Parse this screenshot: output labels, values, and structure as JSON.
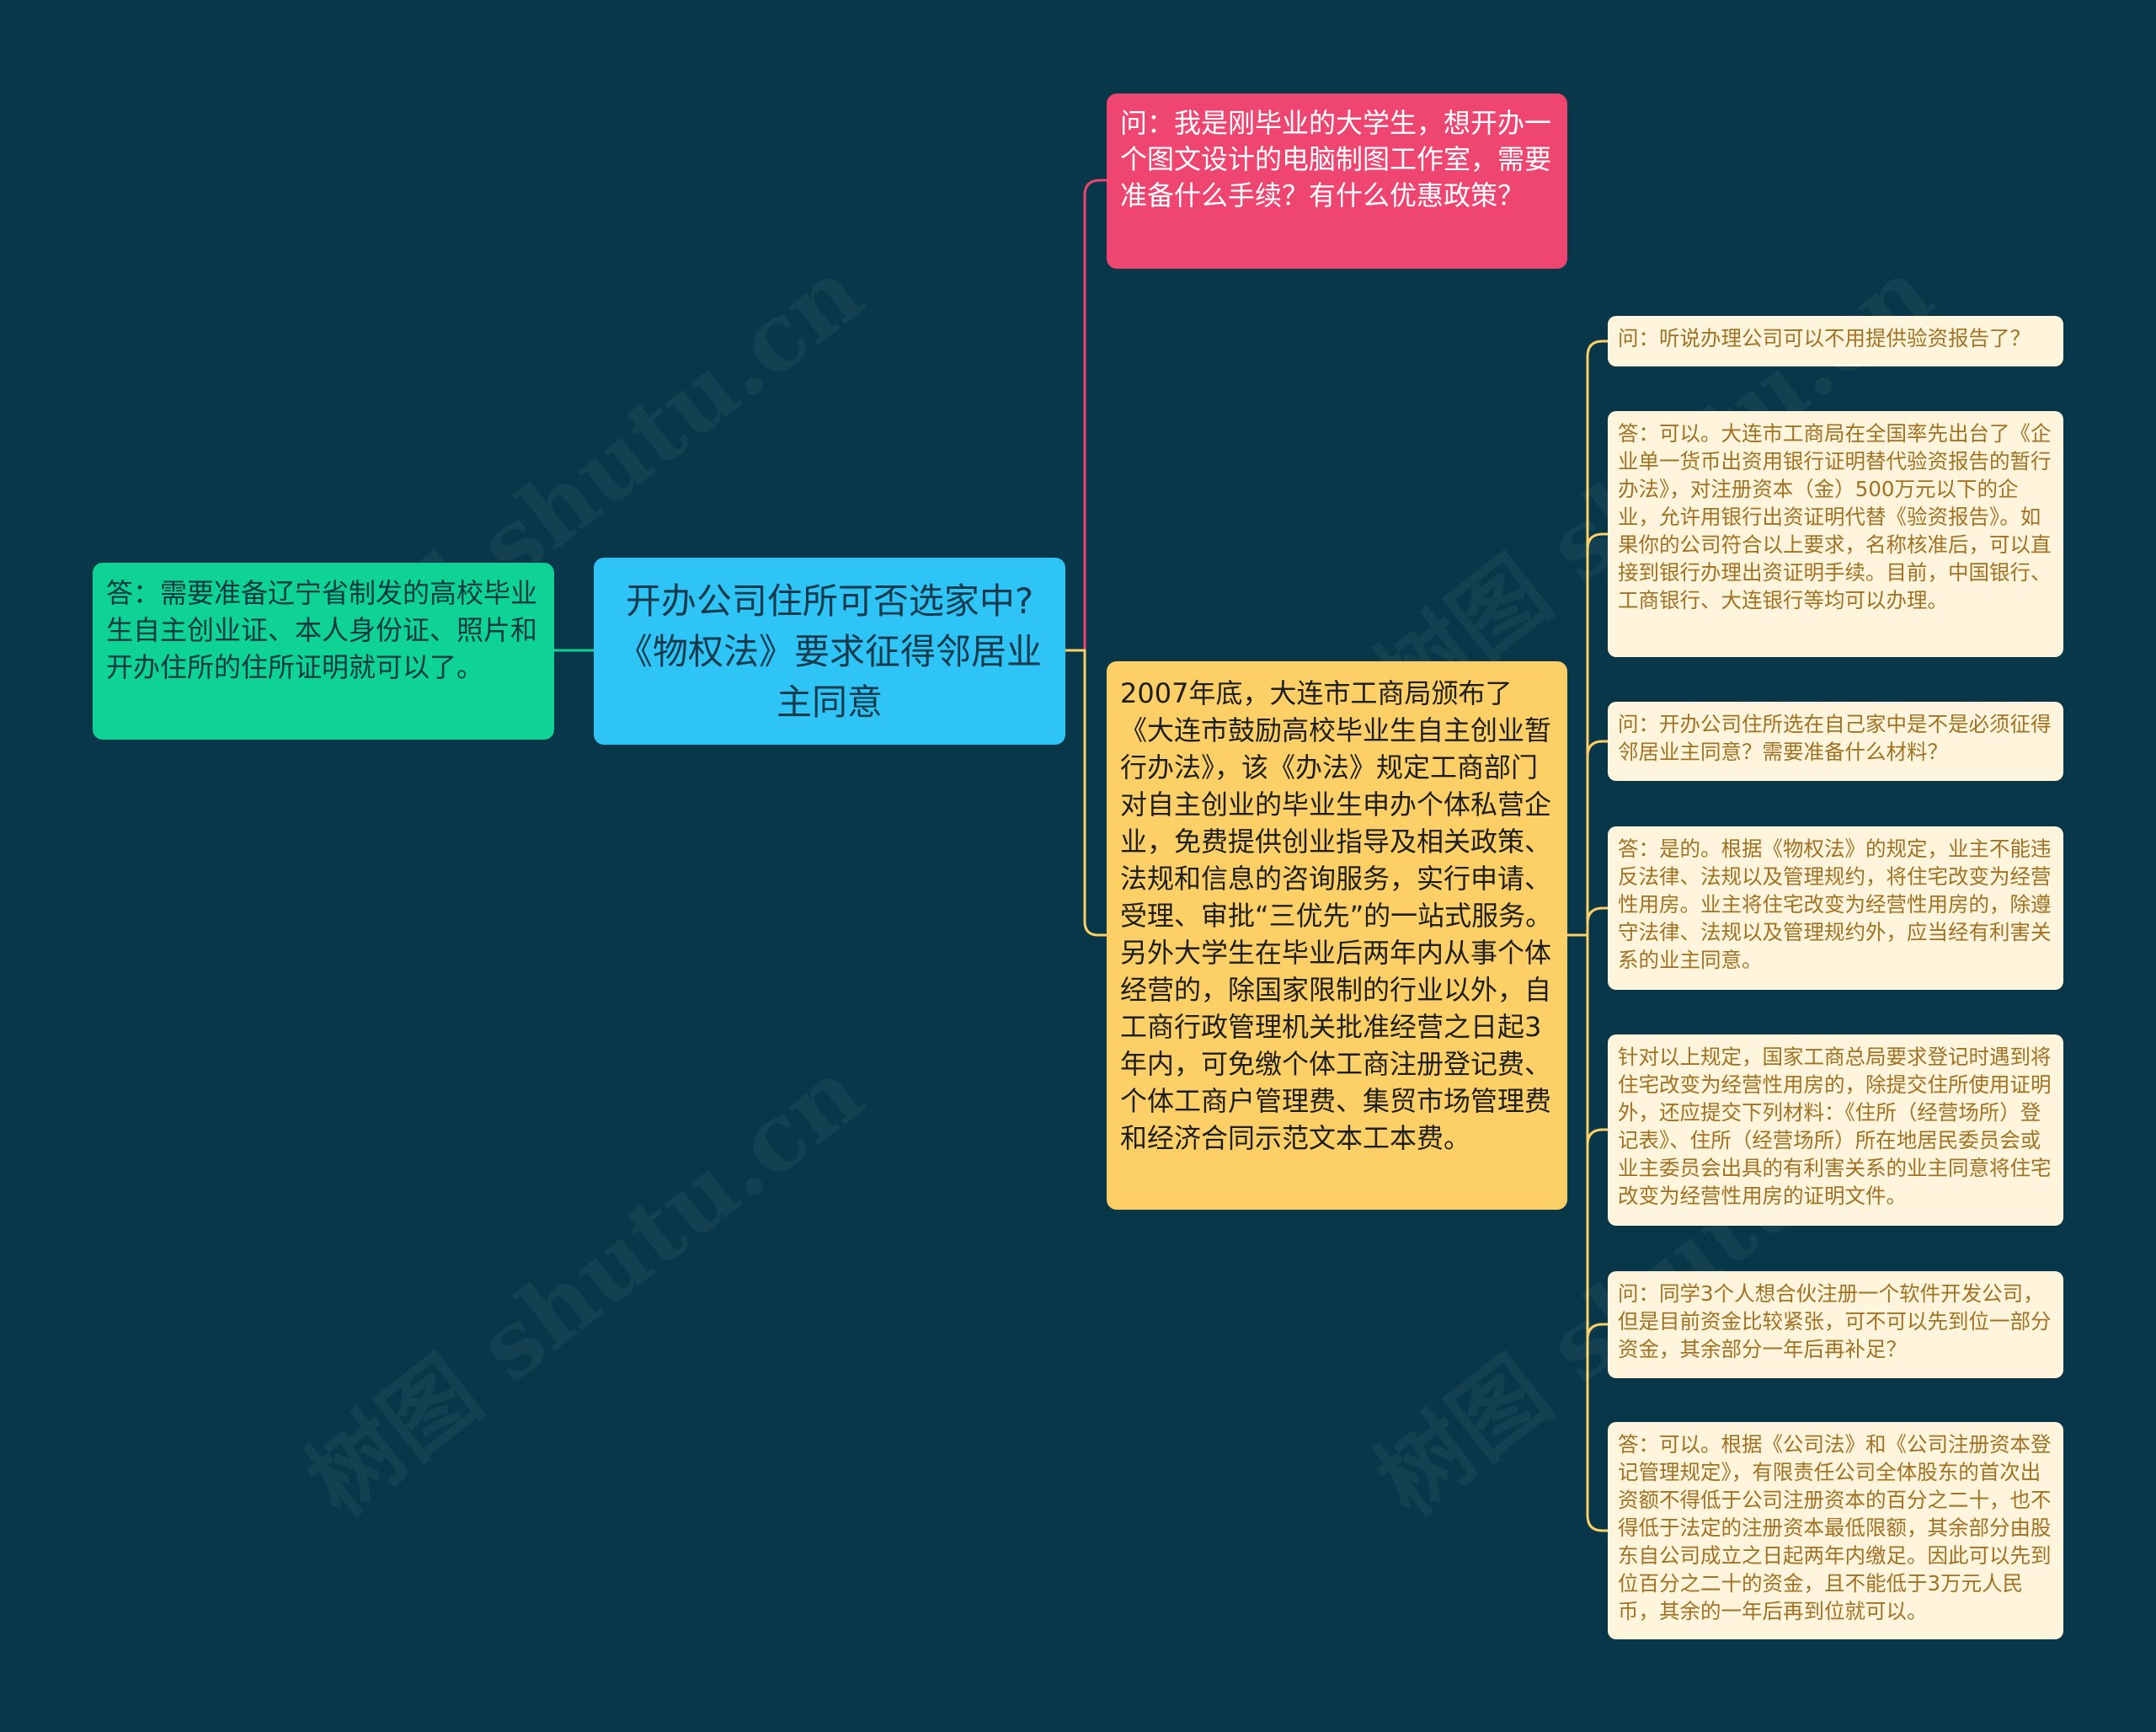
{
  "colors": {
    "background": "#073749",
    "root": "#2EC4F5",
    "left_node": "#0FD394",
    "pink_node": "#EE4670",
    "yellow_node": "#FCD066",
    "cream_node": "#FEF5DC",
    "cream_text": "#A07225",
    "edge_left": "#0FD394",
    "edge_pink": "#EE4670",
    "edge_yellow": "#FCD066"
  },
  "watermark": "树图 shutu.cn",
  "root": {
    "text": "开办公司住所可否选家中?《物权法》要求征得邻居业主同意"
  },
  "left": {
    "text": "答：需要准备辽宁省制发的高校毕业生自主创业证、本人身份证、照片和开办住所的住所证明就可以了。"
  },
  "pink": {
    "text": "问：我是刚毕业的大学生，想开办一个图文设计的电脑制图工作室，需要准备什么手续？有什么优惠政策？"
  },
  "yellow": {
    "text": "2007年底，大连市工商局颁布了《大连市鼓励高校毕业生自主创业暂行办法》，该《办法》规定工商部门对自主创业的毕业生申办个体私营企业，免费提供创业指导及相关政策、法规和信息的咨询服务，实行申请、受理、审批“三优先”的一站式服务。另外大学生在毕业后两年内从事个体经营的，除国家限制的行业以外，自工商行政管理机关批准经营之日起3年内，可免缴个体工商注册登记费、个体工商户管理费、集贸市场管理费和经济合同示范文本工本费。"
  },
  "details": [
    "问：听说办理公司可以不用提供验资报告了？",
    "答：可以。大连市工商局在全国率先出台了《企业单一货币出资用银行证明替代验资报告的暂行办法》，对注册资本（金）500万元以下的企业，允许用银行出资证明代替《验资报告》。如果你的公司符合以上要求，名称核准后，可以直接到银行办理出资证明手续。目前，中国银行、工商银行、大连银行等均可以办理。",
    "问：开办公司住所选在自己家中是不是必须征得邻居业主同意？需要准备什么材料？",
    "答：是的。根据《物权法》的规定，业主不能违反法律、法规以及管理规约，将住宅改变为经营性用房。业主将住宅改变为经营性用房的，除遵守法律、法规以及管理规约外，应当经有利害关系的业主同意。",
    "针对以上规定，国家工商总局要求登记时遇到将住宅改变为经营性用房的，除提交住所使用证明外，还应提交下列材料：《住所（经营场所）登记表》、住所（经营场所）所在地居民委员会或业主委员会出具的有利害关系的业主同意将住宅改变为经营性用房的证明文件。",
    "问：同学3个人想合伙注册一个软件开发公司，但是目前资金比较紧张，可不可以先到位一部分资金，其余部分一年后再补足？",
    "答：可以。根据《公司法》和《公司注册资本登记管理规定》，有限责任公司全体股东的首次出资额不得低于公司注册资本的百分之二十，也不得低于法定的注册资本最低限额，其余部分由股东自公司成立之日起两年内缴足。因此可以先到位百分之二十的资金，且不能低于3万元人民币，其余的一年后再到位就可以。"
  ]
}
